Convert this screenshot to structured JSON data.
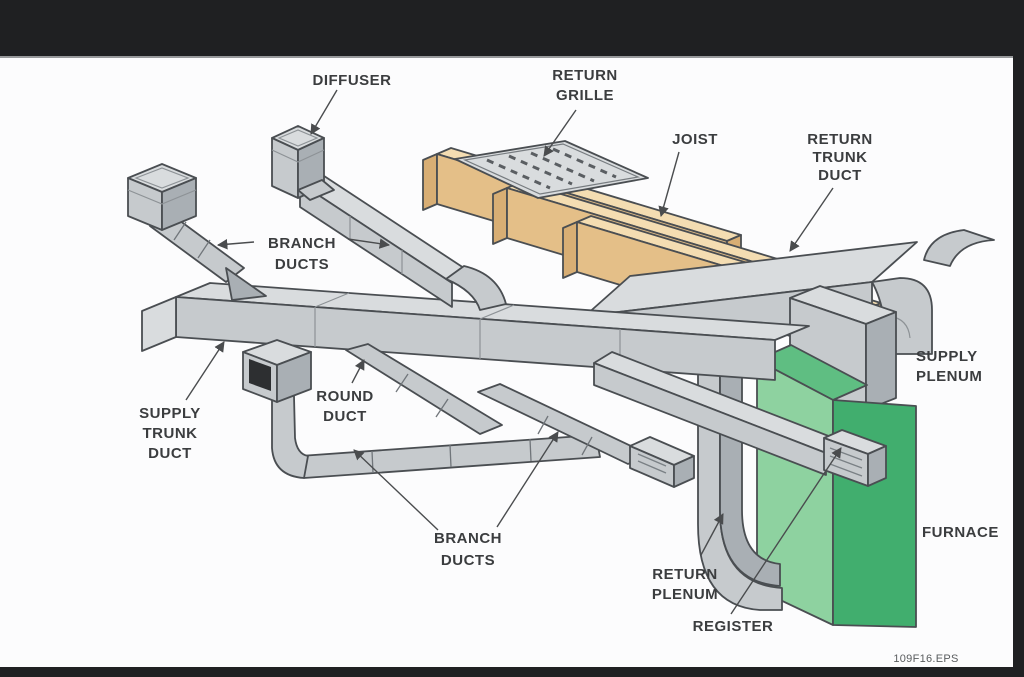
{
  "window": {
    "chrome_bg": "#1f2022",
    "canvas_bg": "#fcfcfd"
  },
  "figure": {
    "caption": "109F16.EPS",
    "labels": {
      "diffuser": "DIFFUSER",
      "return_grille": {
        "l1": "RETURN",
        "l2": "GRILLE"
      },
      "joist": "JOIST",
      "return_trunk_duct": {
        "l1": "RETURN",
        "l2": "TRUNK",
        "l3": "DUCT"
      },
      "branch_ducts_upper": {
        "l1": "BRANCH",
        "l2": "DUCTS"
      },
      "supply_trunk_duct": {
        "l1": "SUPPLY",
        "l2": "TRUNK",
        "l3": "DUCT"
      },
      "round_duct": {
        "l1": "ROUND",
        "l2": "DUCT"
      },
      "branch_ducts_lower": {
        "l1": "BRANCH",
        "l2": "DUCTS"
      },
      "return_plenum": {
        "l1": "RETURN",
        "l2": "PLENUM"
      },
      "register": "REGISTER",
      "supply_plenum": {
        "l1": "SUPPLY",
        "l2": "PLENUM"
      },
      "furnace": "FURNACE"
    },
    "colors": {
      "outline": "#4a4e52",
      "duct_light": "#d9dcde",
      "duct_mid": "#c6cacd",
      "duct_dark": "#a9afb4",
      "joist_front": "#e4bf88",
      "joist_top": "#f4ddb2",
      "joist_end": "#d8ae74",
      "furnace_front": "#8ed2a0",
      "furnace_side": "#41ae6e",
      "furnace_top": "#5fbe82",
      "opening_dark": "#2d2f31",
      "label_text": "#3b3d3f"
    }
  }
}
